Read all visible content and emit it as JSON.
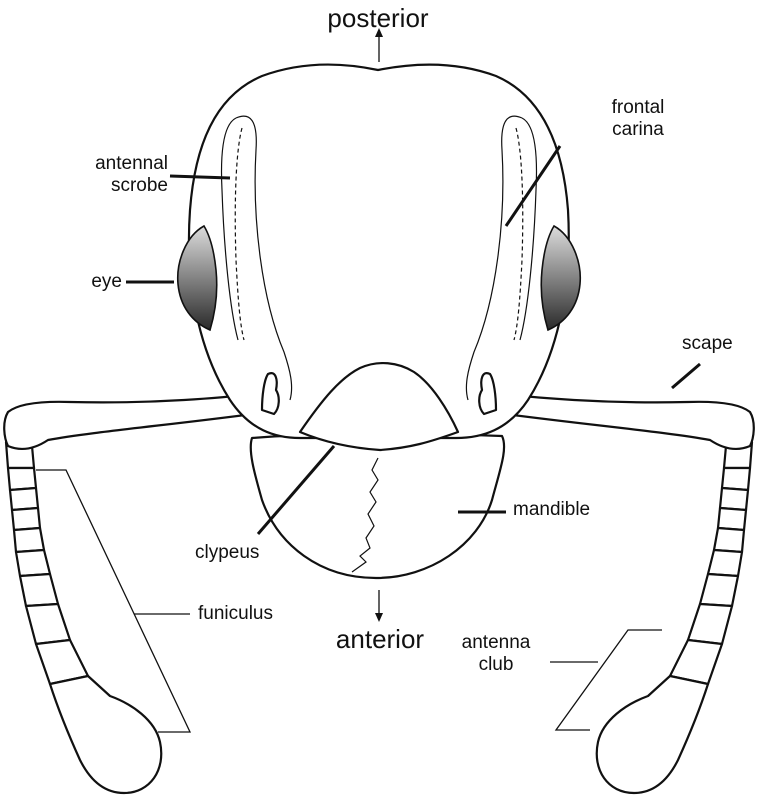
{
  "labels": {
    "posterior": "posterior",
    "anterior": "anterior",
    "frontal_carina": "frontal\ncarina",
    "antennal_scrobe": "antennal\nscrobe",
    "eye": "eye",
    "scape": "scape",
    "mandible": "mandible",
    "clypeus": "clypeus",
    "funiculus": "funiculus",
    "antenna_club": "antenna\nclub"
  },
  "colors": {
    "line": "#111111",
    "eye_light": "#dcdcdc",
    "eye_dark": "#2a2a2a",
    "background": "#ffffff"
  }
}
